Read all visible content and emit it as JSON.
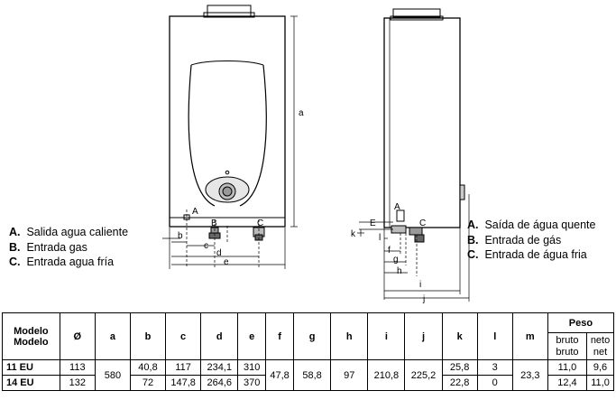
{
  "legend_es": {
    "items": [
      {
        "key": "A.",
        "text": "Salida agua caliente"
      },
      {
        "key": "B.",
        "text": "Entrada gas"
      },
      {
        "key": "C.",
        "text": "Entrada agua fría"
      }
    ]
  },
  "legend_pt": {
    "items": [
      {
        "key": "A.",
        "text": "Saída de água quente"
      },
      {
        "key": "B.",
        "text": "Entrada de gás"
      },
      {
        "key": "C.",
        "text": "Entrada de água fria"
      }
    ]
  },
  "front_view": {
    "labels": {
      "a": "a",
      "b": "b",
      "c": "c",
      "d": "d",
      "e": "e",
      "A": "A",
      "B": "B",
      "C": "C"
    }
  },
  "side_view": {
    "labels": {
      "A": "A",
      "C": "C",
      "E": "E",
      "k": "k",
      "l": "l",
      "f": "f",
      "g": "g",
      "h": "h",
      "i": "i",
      "j": "j"
    }
  },
  "table": {
    "header": {
      "modelo_1": "Modelo",
      "modelo_2": "Modelo",
      "cols": [
        "Ø",
        "a",
        "b",
        "c",
        "d",
        "e",
        "f",
        "g",
        "h",
        "i",
        "j",
        "k",
        "l",
        "m"
      ],
      "peso": "Peso",
      "bruto_1": "bruto",
      "bruto_2": "bruto",
      "neto_1": "neto",
      "neto_2": "net"
    },
    "rows": [
      {
        "model": "11 EU",
        "diam": "113",
        "b": "40,8",
        "c": "117",
        "d": "234,1",
        "e": "310",
        "k": "25,8",
        "l": "3",
        "bruto": "11,0",
        "neto": "9,6"
      },
      {
        "model": "14 EU",
        "diam": "132",
        "b": "72",
        "c": "147,8",
        "d": "264,6",
        "e": "370",
        "k": "22,8",
        "l": "0",
        "bruto": "12,4",
        "neto": "11,0"
      }
    ],
    "shared": {
      "a": "580",
      "f": "47,8",
      "g": "58,8",
      "h": "97",
      "i": "210,8",
      "j": "225,2",
      "m": "23,3"
    }
  }
}
